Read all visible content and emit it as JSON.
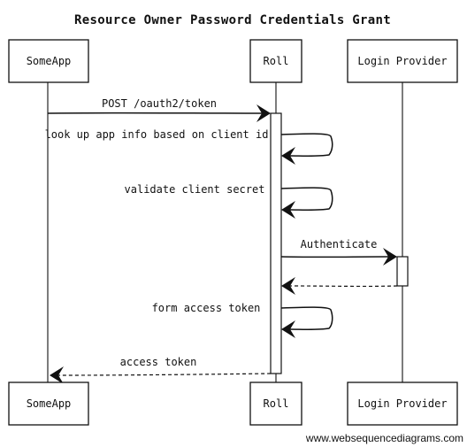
{
  "title": "Resource Owner Password Credentials Grant",
  "participants": [
    "SomeApp",
    "Roll",
    "Login Provider"
  ],
  "messages": [
    {
      "from": "SomeApp",
      "to": "Roll",
      "label": "POST /oauth2/token",
      "style": "solid"
    },
    {
      "from": "Roll",
      "to": "Roll",
      "label": "look up app info based on client id",
      "style": "self"
    },
    {
      "from": "Roll",
      "to": "Roll",
      "label": "validate client secret",
      "style": "self"
    },
    {
      "from": "Roll",
      "to": "Login Provider",
      "label": "Authenticate",
      "style": "solid"
    },
    {
      "from": "Login Provider",
      "to": "Roll",
      "label": "",
      "style": "dashed"
    },
    {
      "from": "Roll",
      "to": "Roll",
      "label": "form access token",
      "style": "self"
    },
    {
      "from": "Roll",
      "to": "SomeApp",
      "label": "access token",
      "style": "dashed"
    }
  ],
  "footer": "www.websequencediagrams.com"
}
